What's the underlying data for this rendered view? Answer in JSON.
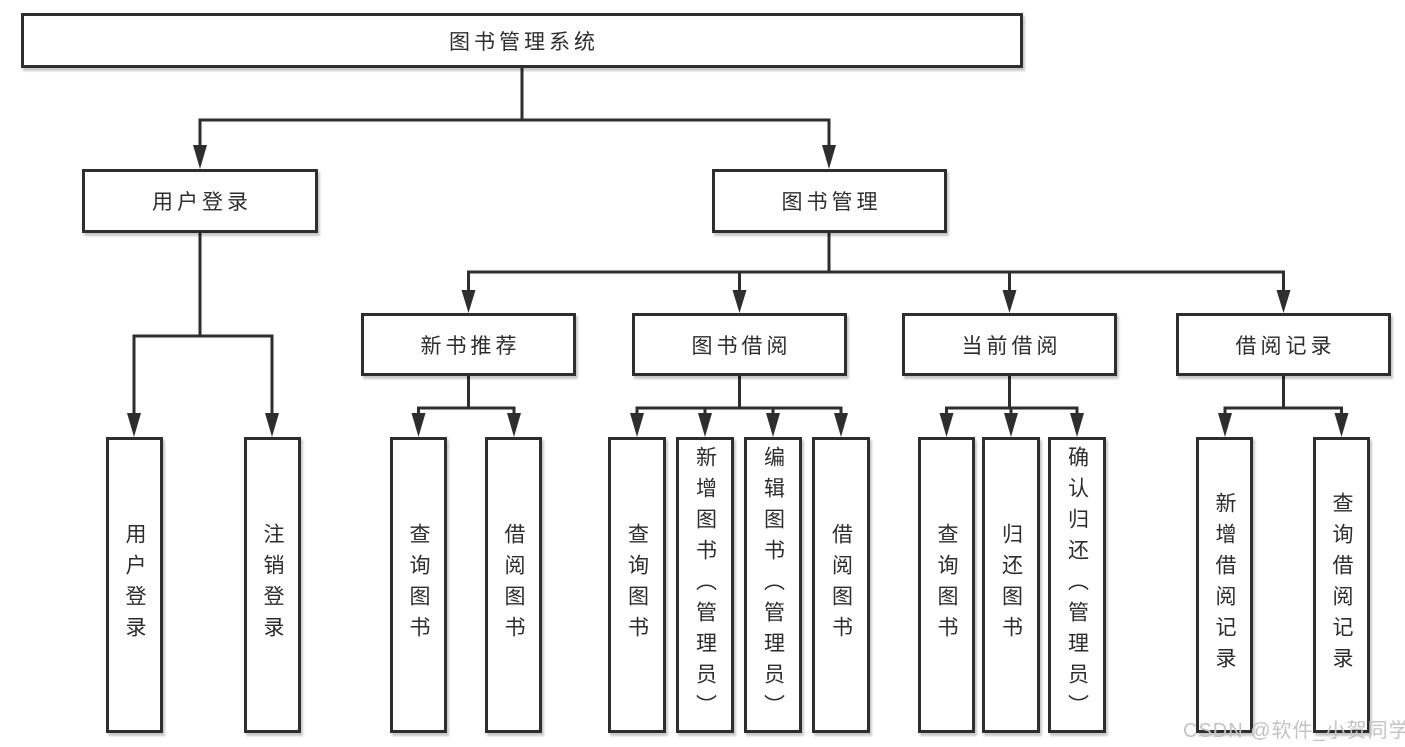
{
  "diagram": {
    "title": "图书管理系统",
    "root": {
      "label": "图书管理系统"
    },
    "level1": [
      {
        "label": "用户登录",
        "children": [
          {
            "label": "用户登录"
          },
          {
            "label": "注销登录"
          }
        ]
      },
      {
        "label": "图书管理",
        "children": [
          {
            "label": "新书推荐",
            "children": [
              {
                "label": "查询图书"
              },
              {
                "label": "借阅图书"
              }
            ]
          },
          {
            "label": "图书借阅",
            "children": [
              {
                "label": "查询图书"
              },
              {
                "label": "新增图书（管理员）"
              },
              {
                "label": "编辑图书（管理员）"
              },
              {
                "label": "借阅图书"
              }
            ]
          },
          {
            "label": "当前借阅",
            "children": [
              {
                "label": "查询图书"
              },
              {
                "label": "归还图书"
              },
              {
                "label": "确认归还（管理员）"
              }
            ]
          },
          {
            "label": "借阅记录",
            "children": [
              {
                "label": "新增借阅记录"
              },
              {
                "label": "查询借阅记录"
              }
            ]
          }
        ]
      }
    ]
  },
  "watermark": {
    "text": "CSDN @软件_小贺同学"
  },
  "colors": {
    "line": "#2e2e2e",
    "box_border": "#2e2e2e",
    "text": "#2d2d2d",
    "background": "#ffffff",
    "watermark": "#c3c3c6"
  }
}
